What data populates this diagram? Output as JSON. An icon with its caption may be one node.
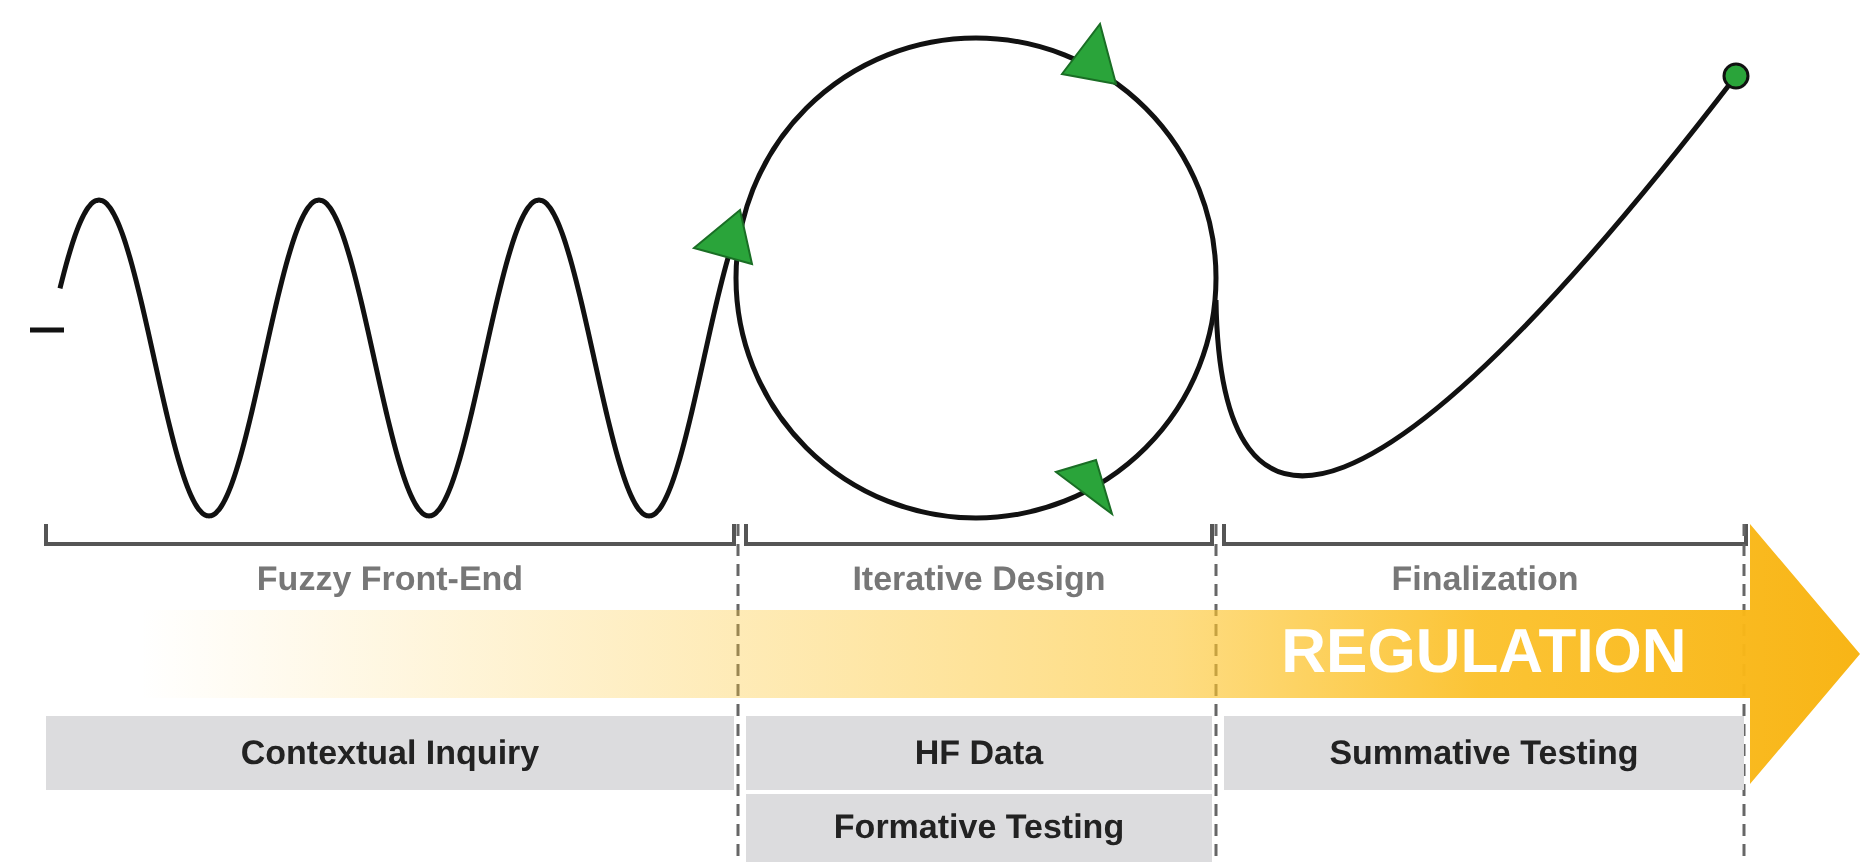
{
  "diagram": {
    "nodes": [
      {
        "text": [
          "REGULATION"
        ]
      },
      {
        "text": [
          "Contextual Inquiry"
        ]
      },
      {
        "text": [
          "HF Data"
        ]
      },
      {
        "text": [
          "Summative Testing"
        ]
      },
      {
        "text": [
          "Formative Testing"
        ]
      }
    ],
    "labels": [
      "Fuzzy Front-End",
      "Iterative Design",
      "Finalization"
    ]
  }
}
